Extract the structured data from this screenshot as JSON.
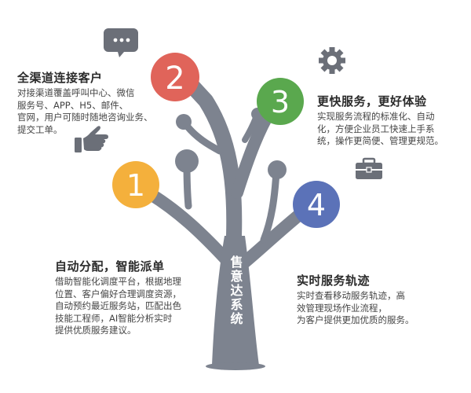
{
  "trunk_label": "售意达系统",
  "colors": {
    "tree": "#7d838f",
    "icon": "#6b6f78",
    "node_1": "#f4b03c",
    "node_2": "#e0645a",
    "node_3": "#5aa84e",
    "node_4": "#5b72b8",
    "node_text": "#ffffff",
    "heading": "#2b2b2b",
    "body_text": "#444444"
  },
  "icons": [
    "chat-bubble-icon",
    "gear-icon",
    "pointing-hand-icon",
    "briefcase-icon"
  ],
  "nodes": [
    {
      "number": "1",
      "title": "自动分配，智能派单",
      "lines": [
        "借助智能化调度平台，根据地理",
        "位置、客户偏好合理调度资源，",
        "自动预约最近服务站，匹配出色",
        "技能工程师，AI智能分析实时",
        "提供优质服务建议。"
      ]
    },
    {
      "number": "2",
      "title": "全渠道连接客户",
      "lines": [
        "对接渠道覆盖呼叫中心、微信",
        "服务号、APP、H5、邮件、",
        "官网，用户可随时随地咨询业务、",
        "提交工单。"
      ]
    },
    {
      "number": "3",
      "title": "更快服务，更好体验",
      "lines": [
        "实现服务流程的标准化、自动",
        "化，方便企业员工快速上手系",
        "统，操作更简便、管理更规范。"
      ]
    },
    {
      "number": "4",
      "title": "实时服务轨迹",
      "lines": [
        "实时查看移动服务轨迹，高",
        "效管理现场作业流程，",
        "为客户提供更加优质的服务。"
      ]
    }
  ]
}
